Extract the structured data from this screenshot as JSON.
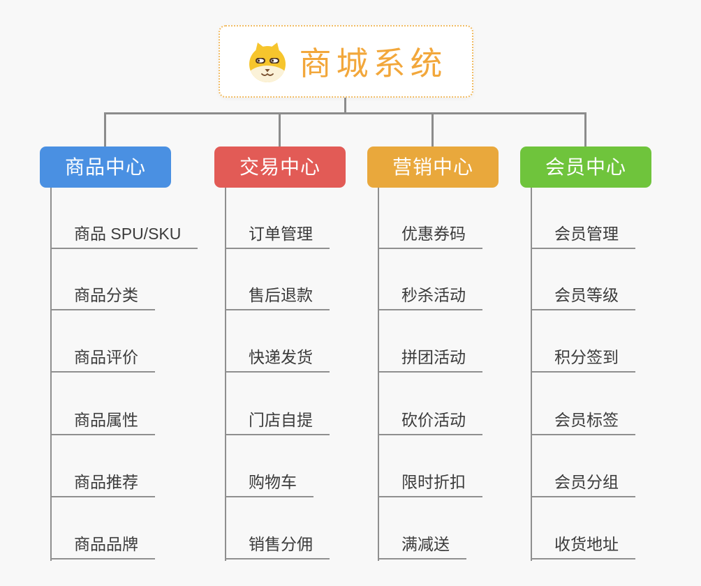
{
  "root": {
    "title": "商城系统",
    "icon": "shiba-dog-icon",
    "title_color": "#F2A73B",
    "border_color": "#F1BC64"
  },
  "connector_color": "#8C8C8C",
  "background_color": "#F8F8F8",
  "leaf_text_color": "#3B3B3B",
  "branches": [
    {
      "label": "商品中心",
      "color": "#4A90E2",
      "items": [
        "商品 SPU/SKU",
        "商品分类",
        "商品评价",
        "商品属性",
        "商品推荐",
        "商品品牌"
      ]
    },
    {
      "label": "交易中心",
      "color": "#E25B56",
      "items": [
        "订单管理",
        "售后退款",
        "快递发货",
        "门店自提",
        "购物车",
        "销售分佣"
      ]
    },
    {
      "label": "营销中心",
      "color": "#E9A83C",
      "items": [
        "优惠券码",
        "秒杀活动",
        "拼团活动",
        "砍价活动",
        "限时折扣",
        "满减送"
      ]
    },
    {
      "label": "会员中心",
      "color": "#6FC43C",
      "items": [
        "会员管理",
        "会员等级",
        "积分签到",
        "会员标签",
        "会员分组",
        "收货地址"
      ]
    }
  ]
}
